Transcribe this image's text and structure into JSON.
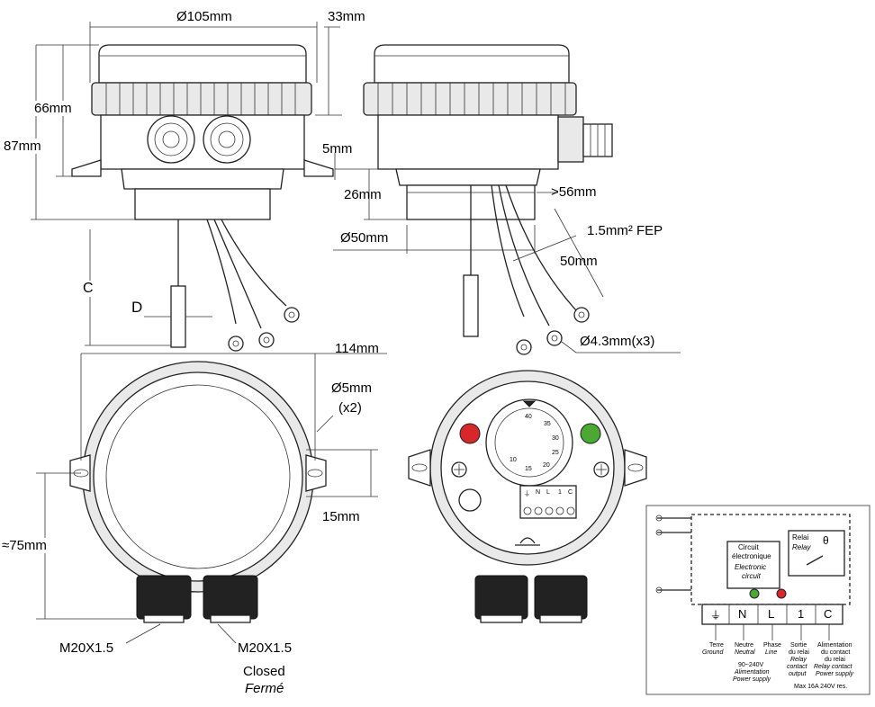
{
  "dimensions": {
    "dia_105": "Ø105mm",
    "h_33": "33mm",
    "h_66": "66mm",
    "h_87": "87mm",
    "h_5": "5mm",
    "h_26": "26mm",
    "gt_56": ">56mm",
    "dia_50": "Ø50mm",
    "cable": "1.5mm² FEP",
    "len_50": "50mm",
    "dim_c": "C",
    "dim_d": "D",
    "ring_terminal": "Ø4.3mm(x3)",
    "w_114": "114mm",
    "hole_5": "Ø5mm",
    "hole_count": "(x2)",
    "h_15": "15mm",
    "approx_75": "≈75mm",
    "gland_left": "M20X1.5",
    "gland_right": "M20X1.5",
    "closed_en": "Closed",
    "closed_fr": "Fermé"
  },
  "dial": {
    "ticks": [
      "40",
      "35",
      "30",
      "25",
      "20",
      "15",
      "10"
    ],
    "terminal_labels": [
      "⏚",
      "N",
      "L",
      "1",
      "C"
    ]
  },
  "wiring": {
    "circuit_fr": "Circuit",
    "circuit_fr2": "électronique",
    "circuit_en": "Electronic",
    "circuit_en2": "circuit",
    "relay_fr": "Relai",
    "relay_en": "Relay",
    "theta": "θ",
    "terminals": [
      "⏚",
      "N",
      "L",
      "1",
      "C"
    ],
    "desc_ground_fr": "Terre",
    "desc_ground_en": "Ground",
    "desc_neutral_fr": "Neutre",
    "desc_neutral_en": "Neutral",
    "desc_phase_fr": "Phase",
    "desc_phase_en": "Line",
    "desc_out_fr1": "Sortie",
    "desc_out_fr2": "du relai",
    "desc_out_en1": "Relay",
    "desc_out_en2": "contact",
    "desc_out_en3": "output",
    "desc_supply_fr1": "Alimentation",
    "desc_supply_fr2": "du contact",
    "desc_supply_fr3": "du relai",
    "desc_supply_en1": "Relay contact",
    "desc_supply_en2": "Power supply",
    "voltage": "90~240V",
    "alim_fr": "Alimentation",
    "alim_en": "Power supply",
    "max_rating": "Max 16A 240V res."
  },
  "colors": {
    "red_led": "#d8262a",
    "green_led": "#4aa833"
  }
}
